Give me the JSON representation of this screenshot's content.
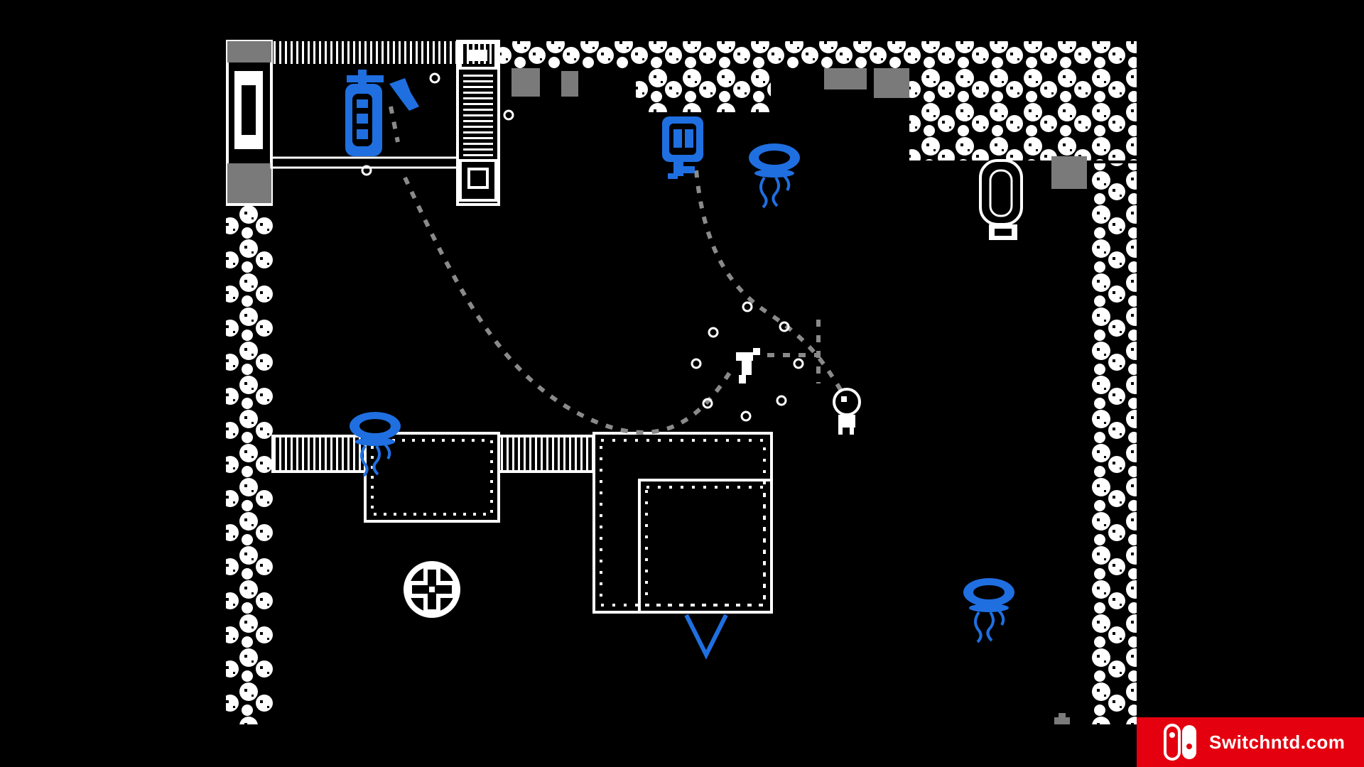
{
  "scene": {
    "background": "#000000",
    "colors": {
      "wall": "#ffffff",
      "dim": "#7a7a7a",
      "enemy": "#1f6fe0",
      "path": "#8a8a8a"
    }
  },
  "entities": {
    "player": "diver-player",
    "enemies": [
      "blue-jellyfish",
      "blue-jellyfish",
      "blue-jellyfish",
      "blue-canister-turret",
      "blue-canister-turret",
      "blue-drop-marker"
    ],
    "pickups": [
      "round-crosshair-orb"
    ]
  },
  "watermark": {
    "text": "Switchntd.com",
    "color": "#e4000f",
    "icon": "nintendo-switch-icon"
  }
}
